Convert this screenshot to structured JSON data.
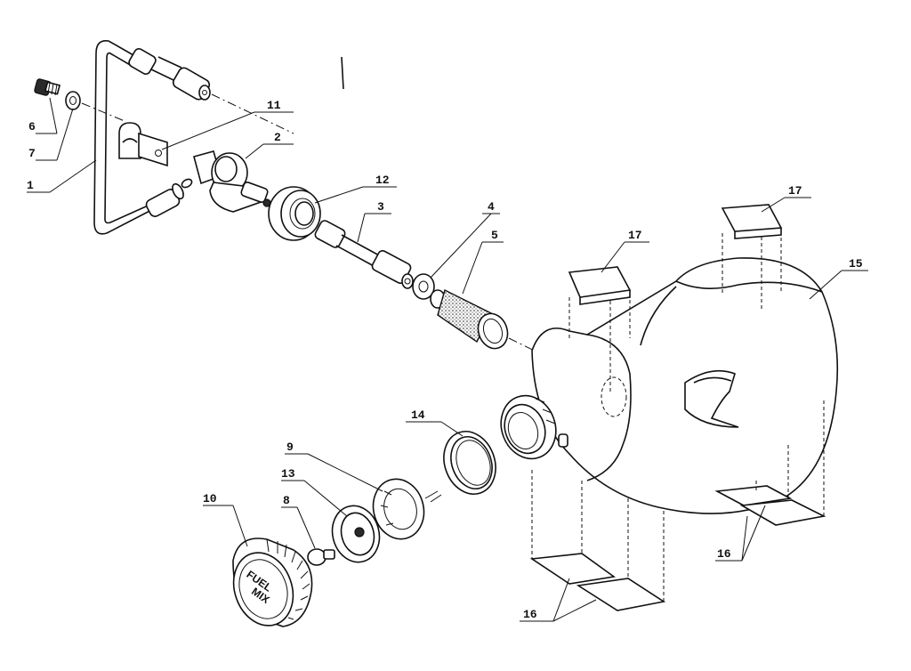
{
  "diagram": {
    "cap_text_line1": "FUEL",
    "cap_text_line2": "MIX",
    "callouts": [
      {
        "id": "c1",
        "label": "1"
      },
      {
        "id": "c2",
        "label": "2"
      },
      {
        "id": "c3",
        "label": "3"
      },
      {
        "id": "c4",
        "label": "4"
      },
      {
        "id": "c5",
        "label": "5"
      },
      {
        "id": "c6",
        "label": "6"
      },
      {
        "id": "c7",
        "label": "7"
      },
      {
        "id": "c8",
        "label": "8"
      },
      {
        "id": "c9",
        "label": "9"
      },
      {
        "id": "c10",
        "label": "10"
      },
      {
        "id": "c11",
        "label": "11"
      },
      {
        "id": "c12",
        "label": "12"
      },
      {
        "id": "c13",
        "label": "13"
      },
      {
        "id": "c14",
        "label": "14"
      },
      {
        "id": "c15",
        "label": "15"
      },
      {
        "id": "c16a",
        "label": "16"
      },
      {
        "id": "c16b",
        "label": "16"
      },
      {
        "id": "c17a",
        "label": "17"
      },
      {
        "id": "c17b",
        "label": "17"
      }
    ]
  }
}
